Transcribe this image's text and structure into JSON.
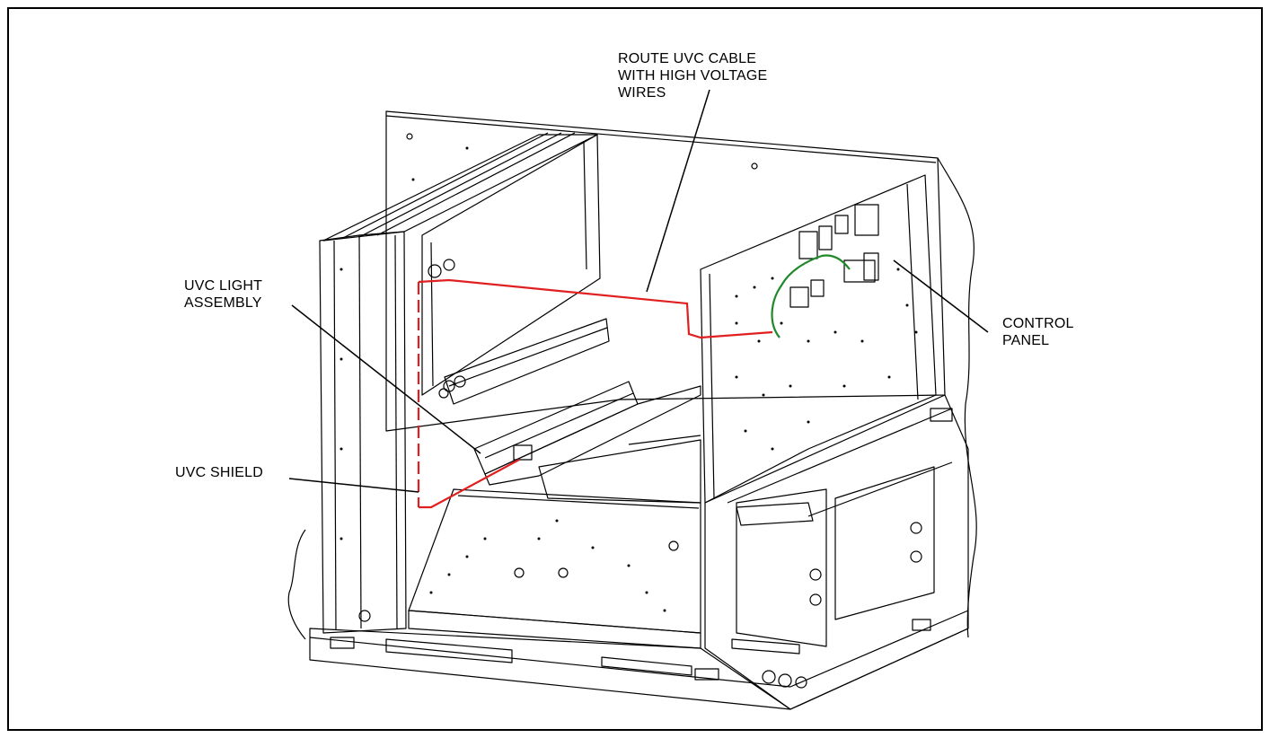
{
  "callouts": {
    "route_cable": "ROUTE UVC CABLE\nWITH HIGH VOLTAGE\nWIRES",
    "light_assembly": "UVC LIGHT\nASSEMBLY",
    "shield": "UVC SHIELD",
    "control_panel": "CONTROL\nPANEL"
  },
  "colors": {
    "uvc_cable": "#e02020",
    "ground_wire": "#1e8a2a",
    "linework": "#000000"
  }
}
